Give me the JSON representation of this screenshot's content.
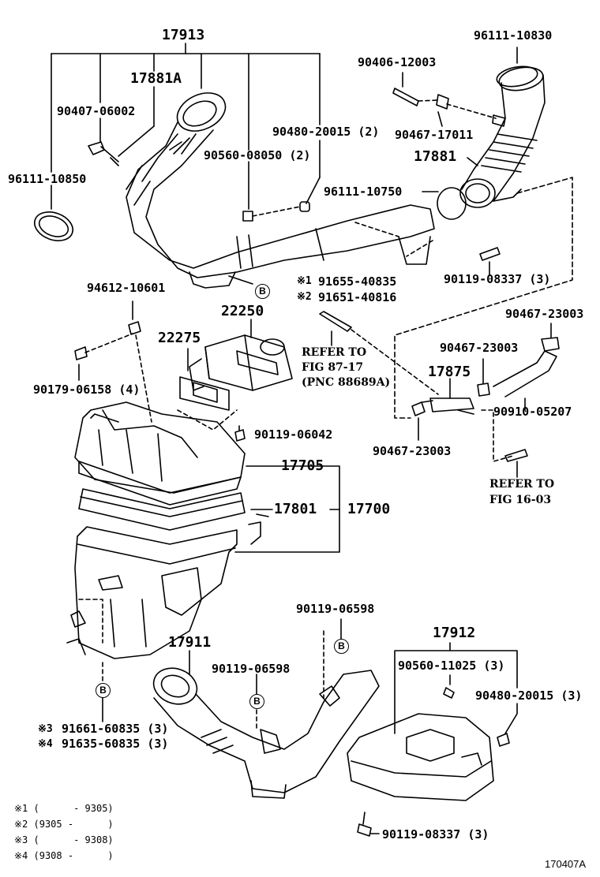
{
  "parts": {
    "p17913": "17913",
    "p17881A": "17881A",
    "p90407": "90407-06002",
    "p96111_10850": "96111-10850",
    "p90560_08050": "90560-08050 (2)",
    "p90480_20015a": "90480-20015 (2)",
    "p90406": "90406-12003",
    "p96111_10830": "96111-10830",
    "p90467_17011": "90467-17011",
    "p17881": "17881",
    "p96111_10750": "96111-10750",
    "p91655": "91655-40835",
    "p91651": "91651-40816",
    "p90119_08337a": "90119-08337 (3)",
    "p94612": "94612-10601",
    "p22250": "22250",
    "p22275": "22275",
    "p90179": "90179-06158 (4)",
    "p90119_06042": "90119-06042",
    "p90467_23003a": "90467-23003",
    "p90467_23003b": "90467-23003",
    "p17875": "17875",
    "p90910": "90910-05207",
    "p90467_23003c": "90467-23003",
    "p17705": "17705",
    "p17801": "17801",
    "p17700": "17700",
    "p90119_06598a": "90119-06598",
    "p17911": "17911",
    "p90119_06598b": "90119-06598",
    "p17912": "17912",
    "p90560_11025": "90560-11025 (3)",
    "p90480_20015b": "90480-20015 (3)",
    "p91661": "91661-60835 (3)",
    "p91635": "91635-60835 (3)",
    "p90119_08337b": "90119-08337 (3)"
  },
  "marks": {
    "m1": "※1",
    "m2": "※2",
    "m3": "※3",
    "m4": "※4",
    "b": "B"
  },
  "refer1": {
    "line1": "REFER TO",
    "line2": "FIG 87-17",
    "line3": "(PNC 88689A)"
  },
  "refer2": {
    "line1": "REFER TO",
    "line2": "FIG 16-03"
  },
  "footnotes": [
    "※1 (      - 9305)",
    "※2 (9305 -      )",
    "※3 (      - 9308)",
    "※4 (9308 -      )"
  ],
  "figure_id": "170407A"
}
